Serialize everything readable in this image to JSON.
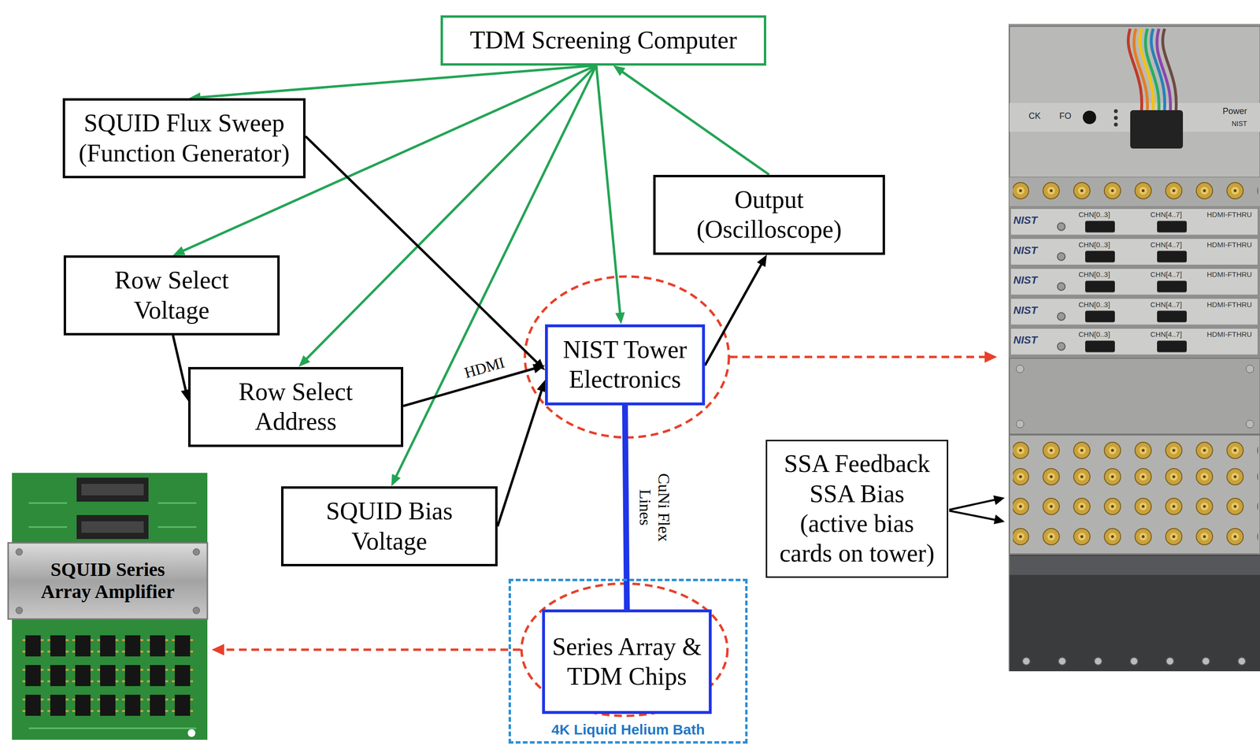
{
  "diagram": {
    "nodes": [
      {
        "text": [
          "TDM Screening Computer"
        ]
      },
      {
        "text": [
          "SQUID Flux Sweep (Function Generator)"
        ]
      },
      {
        "text": [
          "Output (Oscilloscope)"
        ]
      },
      {
        "text": [
          "Row Select Voltage"
        ]
      },
      {
        "text": [
          "Row Select Address"
        ]
      },
      {
        "text": [
          "NIST Tower Electronics"
        ]
      },
      {
        "text": [
          "SQUID Bias Voltage"
        ]
      },
      {
        "text": [
          "SSA Feedback SSA Bias (active bias cards on tower)"
        ]
      },
      {
        "text": [
          "4K Liquid Helium Bath"
        ]
      },
      {
        "text": [
          "Series Array & TDM Chips"
        ],
        "in": 8
      }
    ],
    "edges": [
      {
        "from": 0,
        "to": 1,
        "arrow": "to"
      },
      {
        "from": 0,
        "to": 3,
        "arrow": "to"
      },
      {
        "from": 0,
        "to": 4,
        "arrow": "to"
      },
      {
        "from": 0,
        "to": 6,
        "arrow": "to"
      },
      {
        "from": 0,
        "to": 5,
        "arrow": "to"
      },
      {
        "from": 2,
        "to": 0,
        "arrow": "to"
      },
      {
        "from": 1,
        "to": 5,
        "arrow": "to"
      },
      {
        "from": 3,
        "to": 4,
        "arrow": "to"
      },
      {
        "from": 4,
        "to": 5,
        "label": "HDMI",
        "arrow": "to"
      },
      {
        "from": 6,
        "to": 5,
        "arrow": "to"
      },
      {
        "from": 5,
        "to": 2,
        "arrow": "to"
      },
      {
        "from": 5,
        "to": 9,
        "label": "CuNi Flex Lines",
        "arrow": "none"
      }
    ],
    "labels": [
      "SQUID Series Array Amplifier",
      "CK",
      "FO",
      "Power",
      "NIST",
      "NIST",
      "CHN[0..3]",
      "CHN[4..7]",
      "HDMI-FTHRU",
      "NIST",
      "CHN[0..3]",
      "CHN[4..7]",
      "HDMI-FTHRU",
      "NIST",
      "CHN[0..3]",
      "CHN[4..7]",
      "HDMI-FTHRU",
      "NIST",
      "CHN[0..3]",
      "CHN[4..7]",
      "HDMI-FTHRU",
      "NIST",
      "CHN[0..3]",
      "CHN[4..7]",
      "HDMI-FTHRU"
    ]
  }
}
